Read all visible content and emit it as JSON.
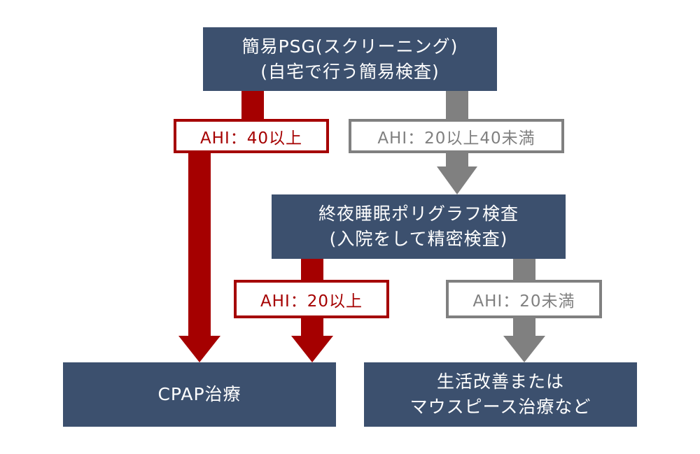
{
  "colors": {
    "box": "#3c506e",
    "box_text": "#ffffff",
    "positive_path": "#a50000",
    "negative_path": "#808080"
  },
  "nodes": {
    "screening": {
      "line1": "簡易PSG(スクリーニング)",
      "line2": "(自宅で行う簡易検査)"
    },
    "psg": {
      "line1": "終夜睡眠ポリグラフ検査",
      "line2": "(入院をして精密検査)"
    },
    "cpap": {
      "line1": "CPAP治療"
    },
    "lifestyle": {
      "line1": "生活改善または",
      "line2": "マウスピース治療など"
    }
  },
  "edges": {
    "screening_to_cpap": {
      "label": "AHI：40以上",
      "style": "red"
    },
    "screening_to_psg": {
      "label": "AHI：20以上40未満",
      "style": "gray"
    },
    "psg_to_cpap": {
      "label": "AHI：20以上",
      "style": "red"
    },
    "psg_to_lifestyle": {
      "label": "AHI：20未満",
      "style": "gray"
    }
  }
}
